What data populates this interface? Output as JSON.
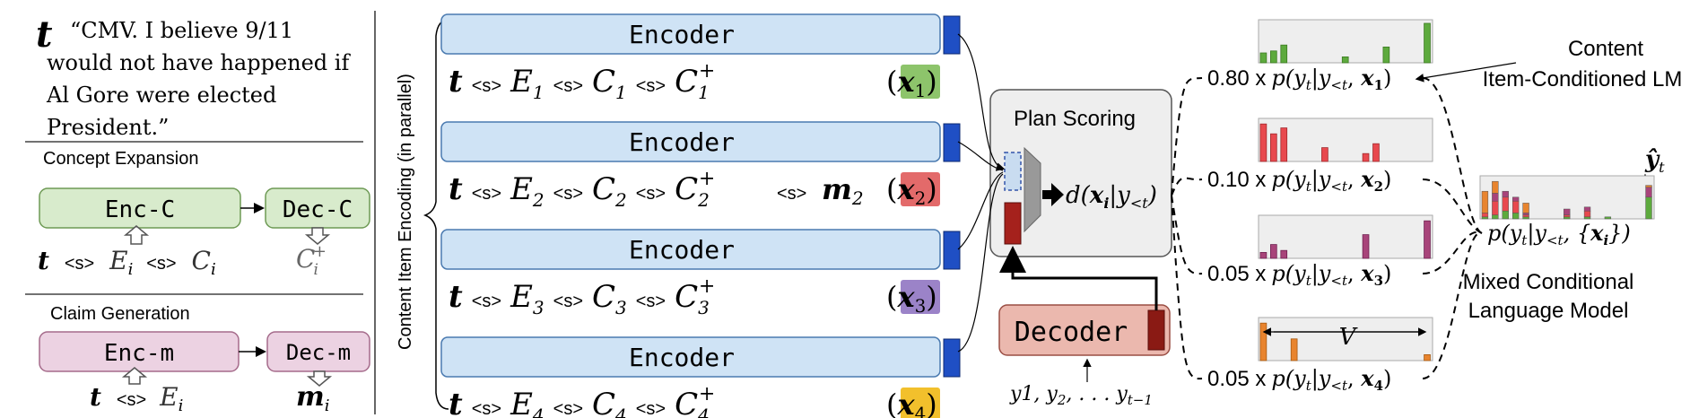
{
  "left_panel": {
    "t_symbol": "t",
    "quote_lines": [
      "“CMV. I believe 9/11",
      "would not have happened if",
      "Al Gore were elected",
      "President.”"
    ],
    "concept_expansion": {
      "title": "Concept Expansion",
      "enc_label": "Enc-C",
      "dec_label": "Dec-C",
      "input_t": "t",
      "input_sep1": "<s>",
      "input_e": "E",
      "input_e_sub": "i",
      "input_sep2": "<s>",
      "input_c": "C",
      "input_c_sub": "i",
      "output": "C",
      "output_sub": "i",
      "output_sup": "+"
    },
    "claim_generation": {
      "title": "Claim Generation",
      "enc_label": "Enc-m",
      "dec_label": "Dec-m",
      "input_t": "t",
      "input_sep": "<s>",
      "input_e": "E",
      "input_e_sub": "i",
      "output": "m",
      "output_sub": "i"
    }
  },
  "content_encoding": {
    "vertical_label": "Content Item Encoding (in parallel)",
    "encoder_label": "Encoder",
    "rows": [
      {
        "sep": "<s>",
        "e": "E",
        "c": "C",
        "c2": "C",
        "idx": "1",
        "m": "",
        "x": "x",
        "x_sub": "1",
        "color": "#8dc46b"
      },
      {
        "sep": "<s>",
        "e": "E",
        "c": "C",
        "c2": "C",
        "idx": "2",
        "m": "m",
        "x": "x",
        "x_sub": "2",
        "color": "#e36a6a"
      },
      {
        "sep": "<s>",
        "e": "E",
        "c": "C",
        "c2": "C",
        "idx": "3",
        "m": "",
        "x": "x",
        "x_sub": "3",
        "color": "#9b83c8"
      },
      {
        "sep": "<s>",
        "e": "E",
        "c": "C",
        "c2": "C",
        "idx": "4",
        "m": "",
        "x": "x",
        "x_sub": "4",
        "color": "#f2c02c"
      }
    ]
  },
  "plan_scoring": {
    "title": "Plan Scoring",
    "formula_d": "d(",
    "formula_x": "x",
    "formula_x_sub": "i",
    "formula_rest": "|y",
    "formula_rest_sub": "<t",
    "formula_close": ")"
  },
  "decoder": {
    "label": "Decoder",
    "input": "y",
    "input_rest": "1, y",
    "input_sub2": "2",
    "input_tail": ", . . . y",
    "input_sub_last": "t−1"
  },
  "mixture": {
    "items": [
      {
        "weight": "0.80 x",
        "p": "p(y",
        "t": "t",
        "given": "|y",
        "lt": "<t",
        "comma": ", ",
        "x": "x",
        "xsub": "1",
        "close": ")"
      },
      {
        "weight": "0.10 x",
        "p": "p(y",
        "t": "t",
        "given": "|y",
        "lt": "<t",
        "comma": ", ",
        "x": "x",
        "xsub": "2",
        "close": ")"
      },
      {
        "weight": "0.05 x",
        "p": "p(y",
        "t": "t",
        "given": "|y",
        "lt": "<t",
        "comma": ", ",
        "x": "x",
        "xsub": "3",
        "close": ")"
      },
      {
        "weight": "0.05 x",
        "p": "p(y",
        "t": "t",
        "given": "|y",
        "lt": "<t",
        "comma": ", ",
        "x": "x",
        "xsub": "4",
        "close": ")"
      }
    ],
    "content_lm_line1": "Content",
    "content_lm_line2": "Item-Conditioned LM",
    "vocab_label": "V",
    "mixed_label_line1": "Mixed Conditional",
    "mixed_label_line2": "Language Model",
    "mixed_formula": "p(y",
    "mixed_formula_t": "t",
    "mixed_formula_given": "|y",
    "mixed_formula_lt": "<t",
    "mixed_formula_rest": ", {",
    "mixed_formula_x": "x",
    "mixed_formula_xsub": "i",
    "mixed_formula_close": "})",
    "y_hat": "ŷ",
    "y_hat_sub": "t"
  },
  "histograms": [
    {
      "color": "#5daa3d",
      "edge": "#3c7a22",
      "bars": [
        0.25,
        0.3,
        0.45,
        0,
        0,
        0,
        0,
        0,
        0.15,
        0,
        0,
        0,
        0.4,
        0,
        0,
        0,
        1.0
      ]
    },
    {
      "color": "#e8494e",
      "edge": "#a12a2d",
      "bars": [
        0.95,
        0.7,
        0.85,
        0,
        0,
        0,
        0.35,
        0,
        0,
        0,
        0.2,
        0.45,
        0,
        0,
        0,
        0,
        0
      ]
    },
    {
      "color": "#a8447a",
      "edge": "#6e2050",
      "bars": [
        0.15,
        0.35,
        0.2,
        0,
        0,
        0,
        0,
        0,
        0,
        0,
        0.6,
        0,
        0,
        0,
        0,
        0,
        0.95
      ]
    },
    {
      "color": "#e8842e",
      "edge": "#a55a12",
      "bars": [
        0.95,
        0,
        0,
        0.55,
        0,
        0,
        0,
        0,
        0,
        0,
        0,
        0,
        0,
        0,
        0,
        0,
        0.15
      ]
    }
  ],
  "mixed_histogram": {
    "bars": [
      [
        0.05,
        0.1,
        0,
        0.55
      ],
      [
        0.1,
        0.35,
        0.2,
        0.3
      ],
      [
        0.2,
        0.35,
        0.15,
        0
      ],
      [
        0.15,
        0.3,
        0.1,
        0
      ],
      [
        0.05,
        0.05,
        0.05,
        0.25
      ],
      [
        0,
        0,
        0,
        0
      ],
      [
        0,
        0,
        0,
        0
      ],
      [
        0,
        0,
        0,
        0
      ],
      [
        0.05,
        0.05,
        0.15,
        0
      ],
      [
        0,
        0,
        0,
        0
      ],
      [
        0.05,
        0.15,
        0.1,
        0
      ],
      [
        0,
        0,
        0,
        0
      ],
      [
        0.05,
        0,
        0,
        0
      ],
      [
        0,
        0,
        0,
        0
      ],
      [
        0,
        0,
        0,
        0
      ],
      [
        0,
        0,
        0,
        0
      ],
      [
        0.55,
        0,
        0.25,
        0.05
      ]
    ],
    "colors": [
      "#5daa3d",
      "#e8494e",
      "#a8447a",
      "#e8842e"
    ]
  }
}
